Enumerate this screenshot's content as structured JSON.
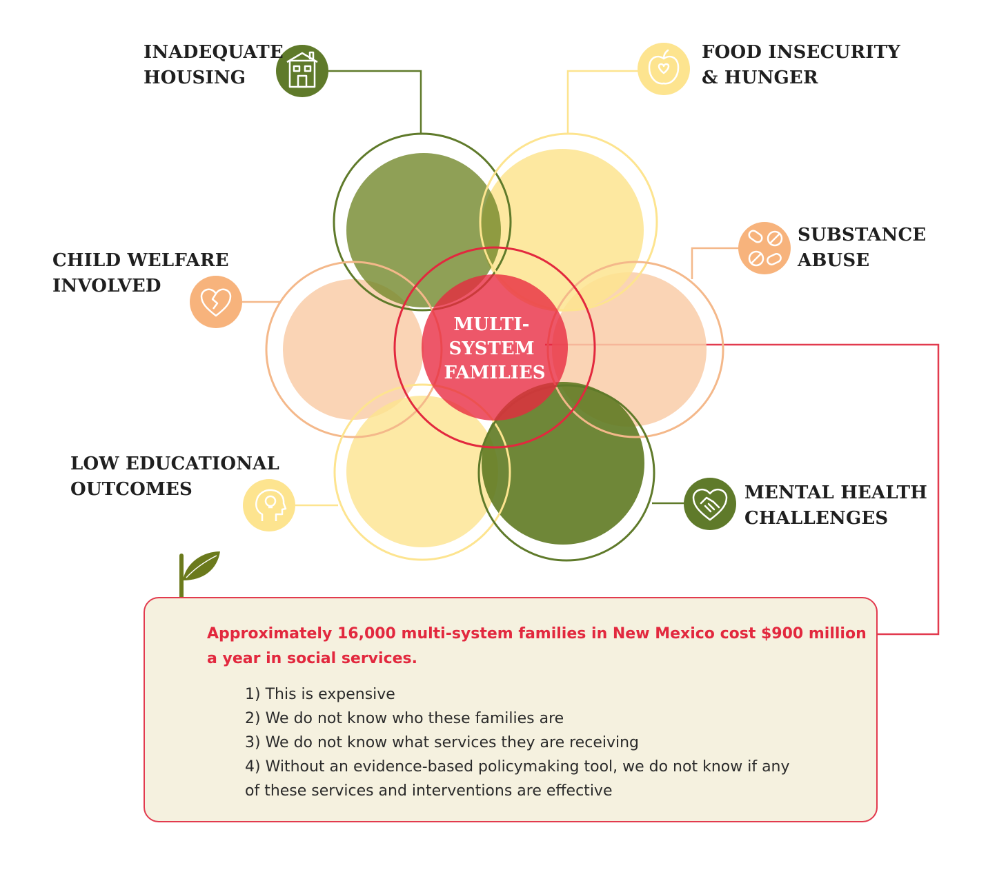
{
  "center": {
    "lines": [
      "MULTI-",
      "SYSTEM",
      "FAMILIES"
    ]
  },
  "categories": {
    "housing": {
      "lines": [
        "INADEQUATE",
        "HOUSING"
      ],
      "icon": "house-icon",
      "color": "#5f7a2a"
    },
    "food": {
      "lines": [
        "FOOD INSECURITY",
        "& HUNGER"
      ],
      "icon": "apple-heart-icon",
      "color": "#fde48f"
    },
    "substance": {
      "lines": [
        "SUBSTANCE",
        "ABUSE"
      ],
      "icon": "pills-icon",
      "color": "#f7b37c"
    },
    "child_welfare": {
      "lines": [
        "CHILD WELFARE",
        "INVOLVED"
      ],
      "icon": "broken-heart-icon",
      "color": "#f7b37c"
    },
    "education": {
      "lines": [
        "LOW EDUCATIONAL",
        "OUTCOMES"
      ],
      "icon": "head-lightbulb-icon",
      "color": "#fde48f"
    },
    "mental_health": {
      "lines": [
        "MENTAL HEALTH",
        "CHALLENGES"
      ],
      "icon": "heart-handshake-icon",
      "color": "#5f7a2a"
    }
  },
  "callout": {
    "headline": [
      "Approximately 16,000 multi-system families in New Mexico cost $900 million",
      "a year in social services."
    ],
    "points": [
      [
        "1) This is expensive"
      ],
      [
        "2) We do not know who these families are"
      ],
      [
        "3) We do not know what services they are receiving"
      ],
      [
        "4) Without an evidence-based policymaking tool, we do not know if any",
        "of these services and interventions are effective"
      ]
    ],
    "icon": "sprout-icon"
  },
  "colors": {
    "accent_red": "#e2283e",
    "olive": "#5f7a2a",
    "yellow": "#fde48f",
    "peach": "#f7b37c",
    "box_bg": "#f5f1df"
  }
}
